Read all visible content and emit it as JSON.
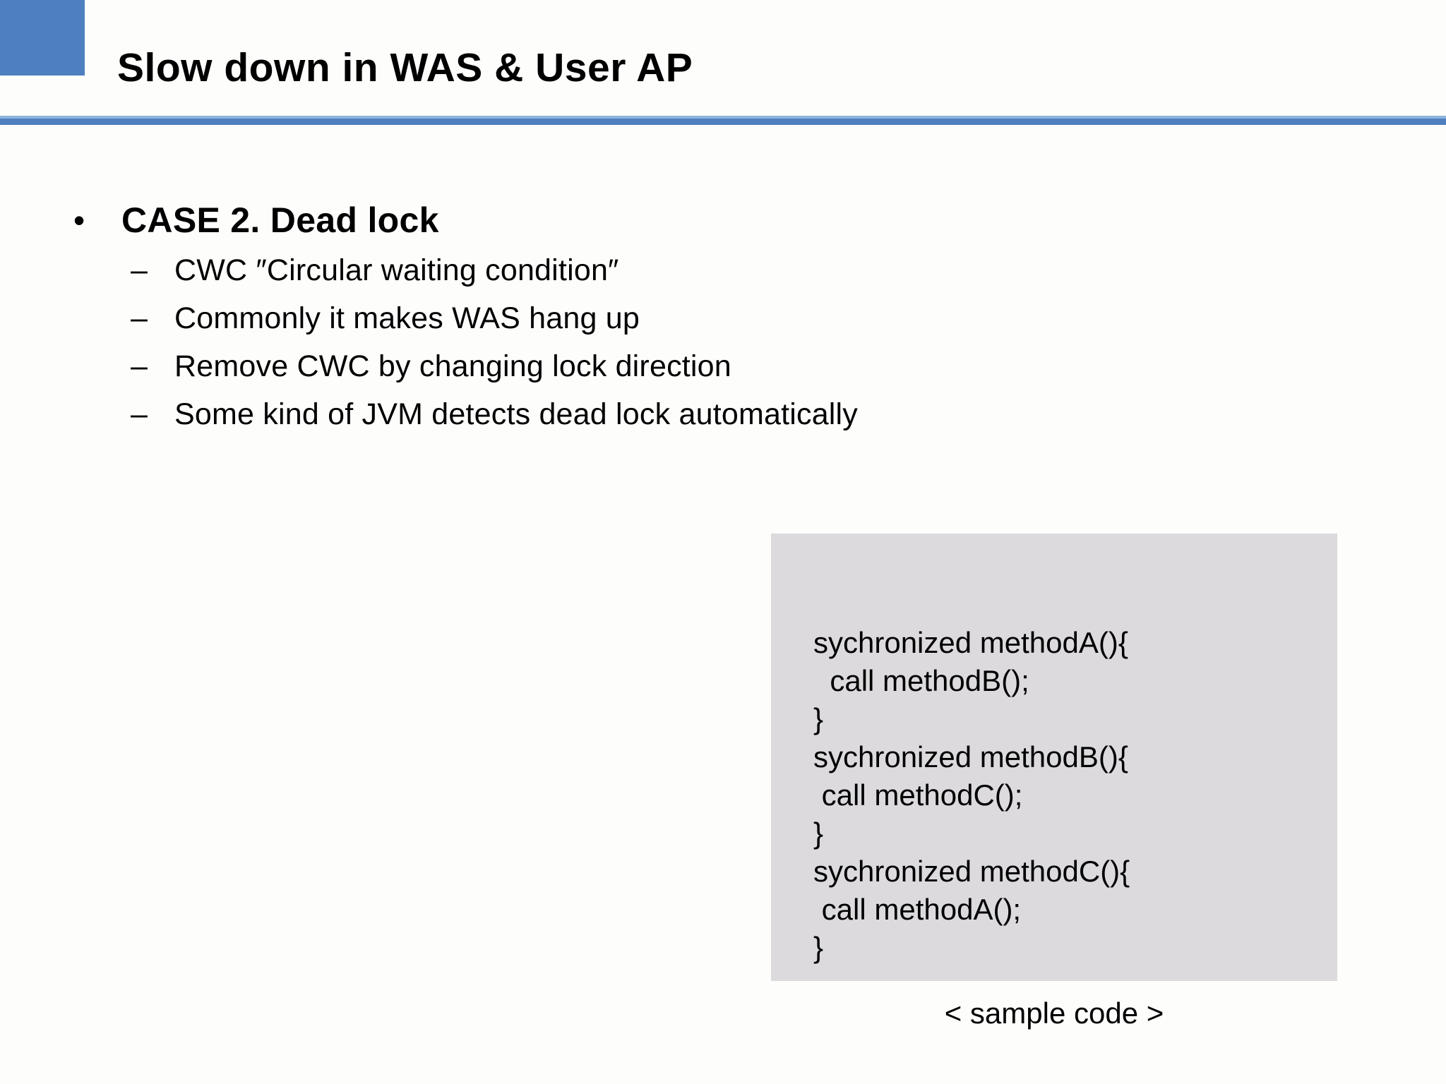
{
  "slide": {
    "title": "Slow down in WAS & User AP",
    "accent_color": "#4e80bf",
    "rule_light_color": "#8fb3da",
    "background_color": "#fdfefb"
  },
  "body": {
    "main_bullet": {
      "marker": "•",
      "text": "CASE 2. Dead lock"
    },
    "sub_bullets": [
      {
        "marker": "–",
        "text": "CWC ″Circular waiting condition″"
      },
      {
        "marker": "–",
        "text": "Commonly it makes WAS hang up"
      },
      {
        "marker": "–",
        "text": "Remove CWC by changing lock direction"
      },
      {
        "marker": "–",
        "text": "Some kind of JVM detects dead lock automatically"
      }
    ]
  },
  "code_sample": {
    "background_color": "#dcdadd",
    "code": "sychronized methodA(){\n  call methodB();\n}\nsychronized methodB(){\n call methodC();\n}\nsychronized methodC(){\n call methodA();\n}",
    "caption": "< sample code >"
  }
}
